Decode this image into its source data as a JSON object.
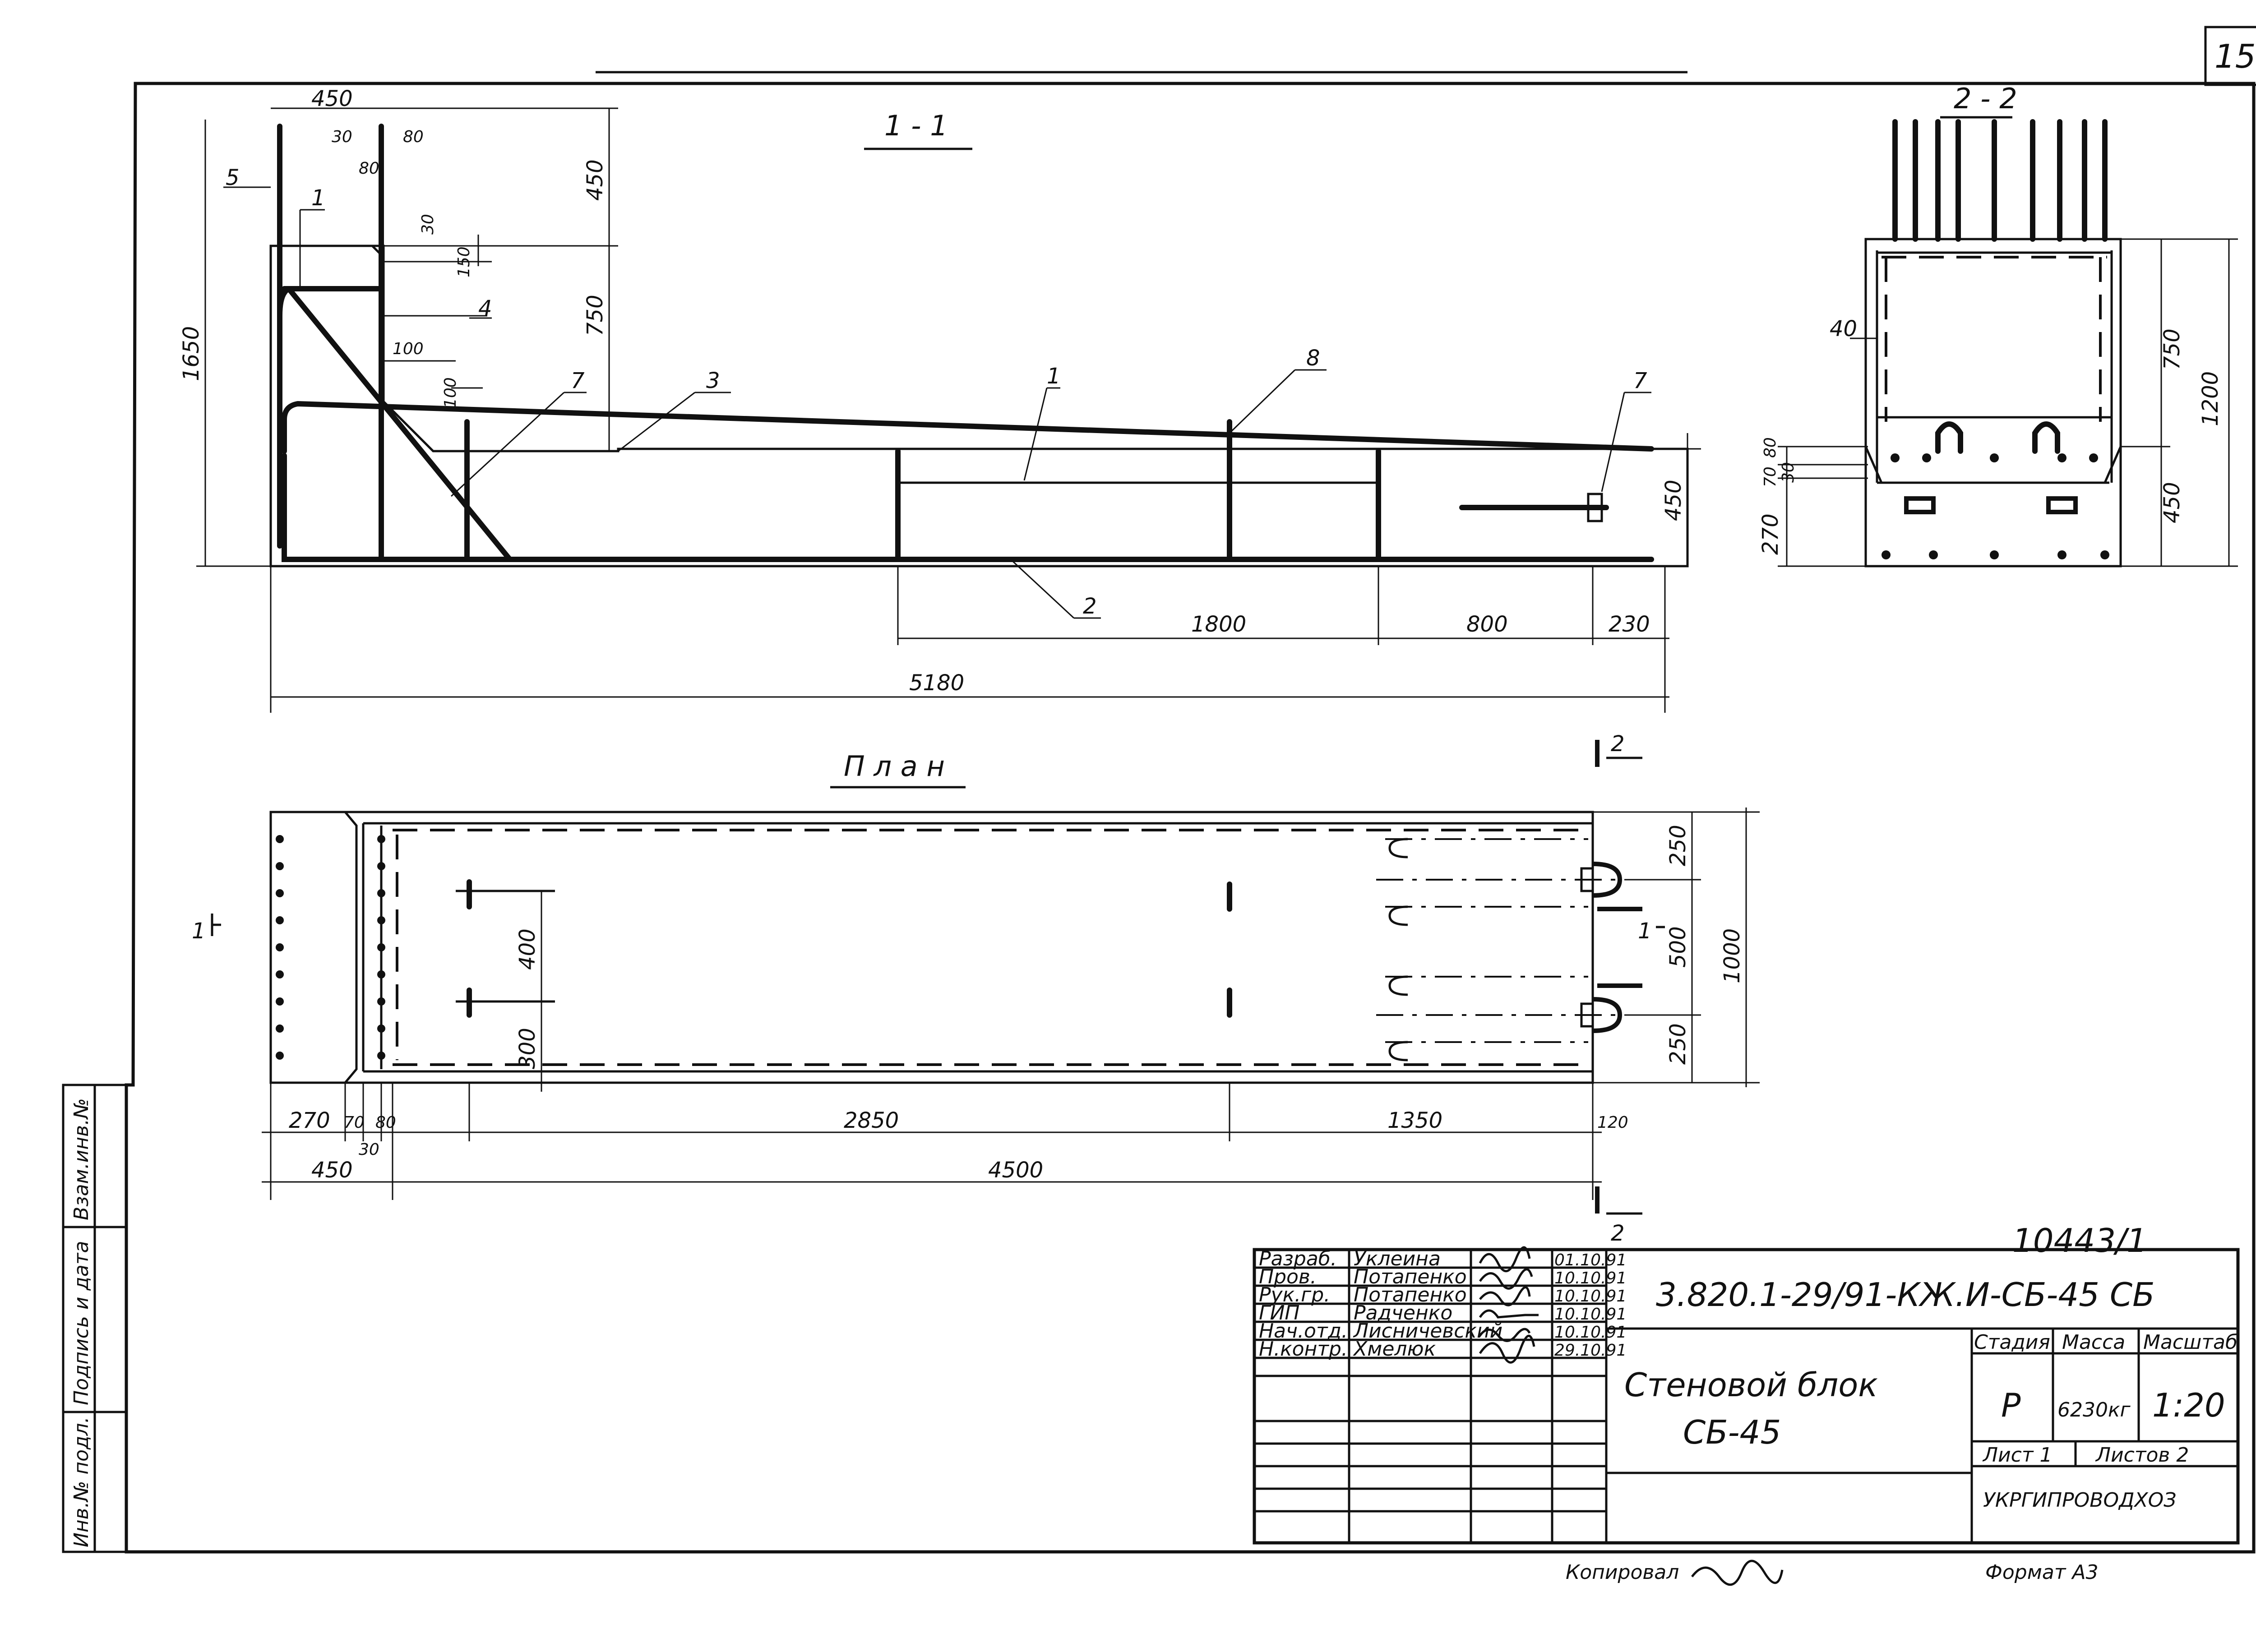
{
  "sheet": {
    "number": "15",
    "stamp": "10443/1"
  },
  "titles": {
    "section_1_1": "1 - 1",
    "section_2_2": "2 - 2",
    "plan": "П л а н"
  },
  "section_1_1": {
    "dims": [
      "450",
      "30",
      "80",
      "80",
      "450",
      "30",
      "150",
      "750",
      "1650",
      "100",
      "100",
      "450",
      "1800",
      "800",
      "230",
      "5180"
    ],
    "callouts": [
      "5",
      "1",
      "4",
      "7",
      "3",
      "1",
      "8",
      "7",
      "2"
    ]
  },
  "section_2_2": {
    "dims": [
      "40",
      "750",
      "1200",
      "70",
      "80",
      "30",
      "270",
      "450"
    ]
  },
  "plan": {
    "dims": [
      "250",
      "500",
      "250",
      "1000",
      "400",
      "300",
      "270",
      "70",
      "80",
      "30",
      "450",
      "2850",
      "1350",
      "120",
      "4500"
    ],
    "section_marks": [
      "1",
      "1",
      "2",
      "2"
    ]
  },
  "side_stamp": [
    "Инв.№ подл.",
    "Подпись и дата",
    "Взам.инв.№"
  ],
  "title_block": {
    "rows": [
      {
        "role": "Разраб.",
        "name": "Уклеина",
        "date": "01.10.91"
      },
      {
        "role": "Пров.",
        "name": "Потапенко",
        "date": "10.10.91"
      },
      {
        "role": "Рук.гр.",
        "name": "Потапенко",
        "date": "10.10.91"
      },
      {
        "role": "ГИП",
        "name": "Радченко",
        "date": "10.10.91"
      },
      {
        "role": "Нач.отд.",
        "name": "Лисничевский",
        "date": "10.10.91"
      },
      {
        "role": "Н.контр.",
        "name": "Хмелюк",
        "date": "29.10.91"
      }
    ],
    "code": "3.820.1-29/91-КЖ.И-СБ-45 СБ",
    "name_line1": "Стеновой блок",
    "name_line2": "СБ-45",
    "headers": {
      "stage": "Стадия",
      "mass": "Масса",
      "scale": "Масштаб"
    },
    "values": {
      "stage": "Р",
      "mass": "6230кг",
      "scale": "1:20"
    },
    "sheet": "Лист 1",
    "sheets": "Листов 2",
    "org": "УКРГИПРОВОДХОЗ"
  },
  "footer": {
    "copied": "Копировал",
    "format": "Формат А3"
  }
}
